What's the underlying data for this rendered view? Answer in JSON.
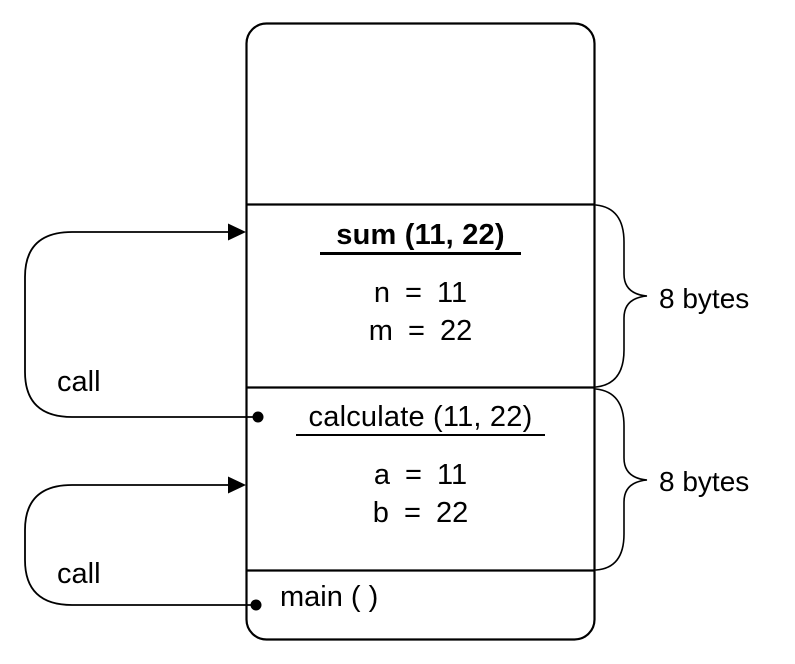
{
  "diagram": {
    "kind": "call-stack",
    "stack": {
      "frames": [
        {
          "name": "sum",
          "title": "sum (11, 22)",
          "variables": [
            "n = 11",
            "m = 22"
          ],
          "size_label": "8 bytes"
        },
        {
          "name": "calculate",
          "title": "calculate (11, 22)",
          "variables": [
            "a = 11",
            "b = 22"
          ],
          "size_label": "8 bytes"
        },
        {
          "name": "main",
          "title": "main ( )",
          "variables": []
        }
      ]
    },
    "arrows": [
      {
        "label": "call",
        "from": "calculate",
        "to": "sum"
      },
      {
        "label": "call",
        "from": "main",
        "to": "calculate"
      }
    ],
    "icons": {
      "arrowhead": "filled-right-triangle",
      "call_origin": "filled-dot",
      "size_bracket": "curly-brace-right"
    },
    "colors": {
      "line": "#000000",
      "text": "#000000",
      "background": "#ffffff"
    }
  }
}
